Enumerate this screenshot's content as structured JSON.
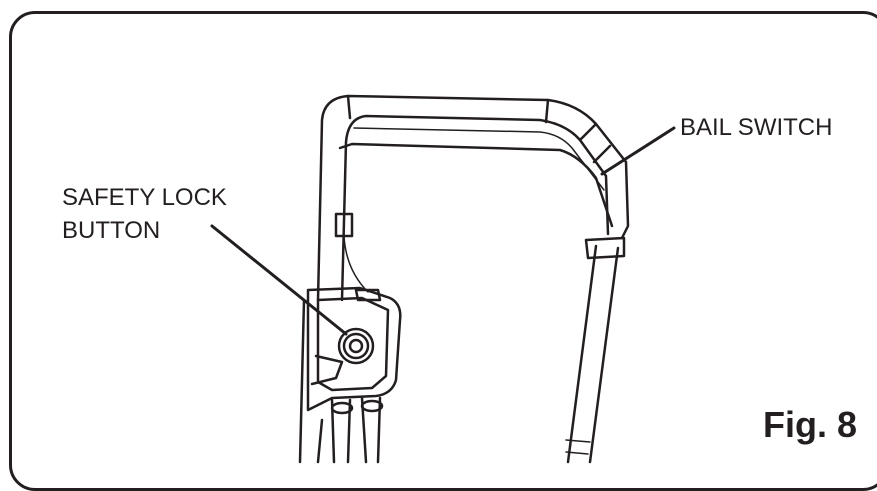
{
  "callouts": {
    "safety_lock": {
      "line1": "SAFETY LOCK",
      "line2": "BUTTON"
    },
    "bail_switch": "BAIL SWITCH"
  },
  "figure_label": "Fig. 8",
  "colors": {
    "ink": "#231f20",
    "background": "#ffffff"
  }
}
